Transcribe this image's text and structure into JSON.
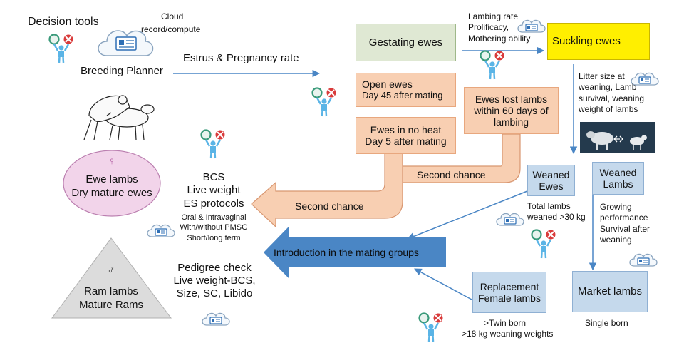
{
  "header": {
    "decision_tools": "Decision tools",
    "cloud_label_line1": "Cloud",
    "cloud_label_line2": "record/compute",
    "breeding_planner": "Breeding Planner",
    "estrus_pregnancy": "Estrus & Pregnancy rate"
  },
  "boxes": {
    "gestating": "Gestating ewes",
    "suckling": "Suckling ewes",
    "open_line1": "Open ewes",
    "open_line2": "Day 45 after mating",
    "noheat_line1": "Ewes in no heat",
    "noheat_line2": "Day 5  after mating",
    "lost_line1": "Ewes lost lambs",
    "lost_line2": "within 60 days of",
    "lost_line3": "lambing",
    "weaned_ewes_line1": "Weaned",
    "weaned_ewes_line2": "Ewes",
    "weaned_lambs_line1": "Weaned",
    "weaned_lambs_line2": "Lambs",
    "replacement_line1": "Replacement",
    "replacement_line2": "Female lambs",
    "market": "Market lambs"
  },
  "annotations": {
    "lambing_line1": "Lambing rate",
    "lambing_line2": "Prolificacy,",
    "lambing_line3": "Mothering ability",
    "litter_line1": "Litter size at",
    "litter_line2": "weaning, Lamb",
    "litter_line3": "survival, weaning",
    "litter_line4": "weight of lambs",
    "second_chance_upper": "Second chance",
    "second_chance_lower": "Second chance",
    "introduction": "Introduction in the mating groups",
    "total_lambs_line1": "Total lambs",
    "total_lambs_line2": "weaned >30 kg",
    "growing_line1": "Growing",
    "growing_line2": "performance",
    "growing_line3": "Survival after",
    "growing_line4": "weaning",
    "twin_born": ">Twin born",
    "weaning_weights": ">18 kg weaning weights",
    "single_born": "Single born"
  },
  "ewes": {
    "symbol": "♀",
    "line1": "Ewe lambs",
    "line2": "Dry mature ewes",
    "bcs": "BCS",
    "live_weight": "Live weight",
    "es_protocols": "ES protocols",
    "es_detail1": "Oral & Intravaginal",
    "es_detail2": "With/without PMSG",
    "es_detail3": "Short/long term"
  },
  "rams": {
    "symbol": "♂",
    "line1": "Ram lambs",
    "line2": "Mature Rams",
    "pedigree": "Pedigree check",
    "live_weight_bcs": "Live weight-BCS,",
    "size": "Size, SC, Libido"
  },
  "colors": {
    "gestating": "#dfe8d3",
    "peach": "#f8cfb2",
    "suckling": "#ffef00",
    "blue_box": "#c5d9ec",
    "arrow_blue": "#4a86c5",
    "ewes_circle": "#f2d4ea",
    "rams_triangle": "#dcdcdc",
    "person_icon": "#5ab4e6",
    "check_green": "#3a9a7a",
    "cross_red": "#d93a3a"
  },
  "icons": [
    "decision-person-icon",
    "cloud-computer-icon",
    "sheep-mating-illustration",
    "sheep-lamb-photo"
  ]
}
